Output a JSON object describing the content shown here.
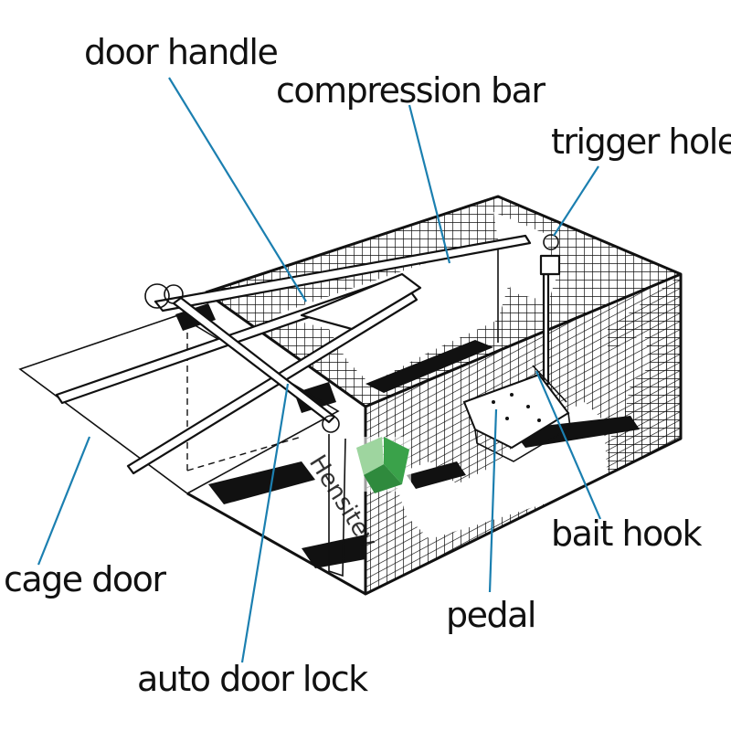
{
  "labels": {
    "door_handle": "door handle",
    "compression_bar": "compression bar",
    "trigger_hole": "trigger hole",
    "cage_door": "cage door",
    "bait_hook": "bait hook",
    "pedal": "pedal",
    "auto_door_lock": "auto door lock"
  },
  "watermark": "Hensitev",
  "colors": {
    "leader": "#1b7fb0",
    "line": "#111111",
    "logo_green": "#3aa24a",
    "logo_light": "#9ed59f"
  }
}
